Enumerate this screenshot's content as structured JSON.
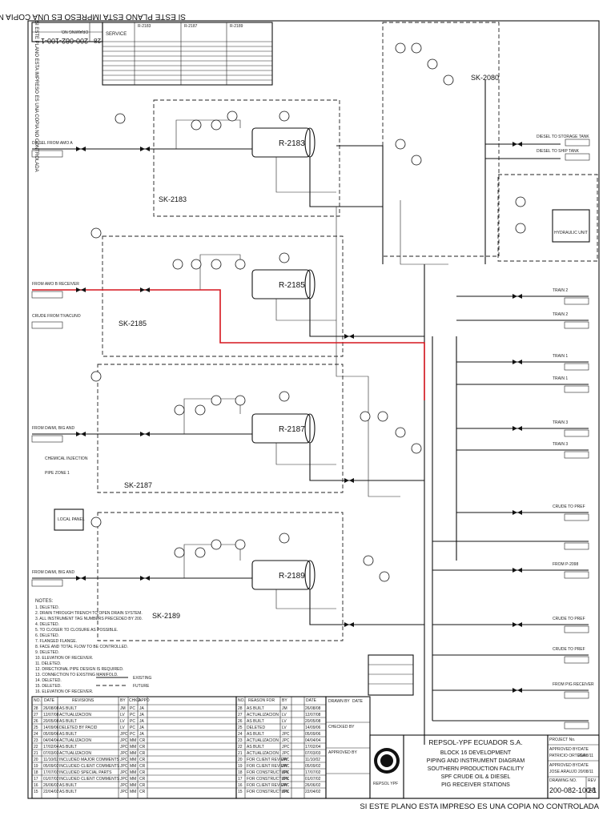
{
  "watermark": {
    "top_rotated": "SI ESTE PLANO ESTA IMPRESO ES UNA COPIA NO CONTROLADA",
    "bottom": "SI ESTE PLANO ESTA IMPRESO ES UNA COPIA NO CONTROLADA",
    "left_rotated": "SI ESTE PLANO ESTA IMPRESO ES UNA COPIA NO CONTROLADA"
  },
  "rotated_drawing_box": {
    "number": "200-082-100-1",
    "rev": "28",
    "label": "DRAWING NO."
  },
  "service_table": {
    "header": "SERVICE",
    "columns": [
      "R-2183",
      "R-2187",
      "R-2189"
    ]
  },
  "equipment": {
    "receivers": [
      "R-2183",
      "R-2185",
      "R-2187",
      "R-2189"
    ],
    "skids": [
      "SK-2183",
      "SK-2185",
      "SK-2187",
      "SK-2189",
      "SK-2080"
    ]
  },
  "right_destinations": [
    "DIESEL TO STORAGE TANK",
    "DIESEL TO SHIP TANK",
    "TRAIN 2",
    "TRAIN 2",
    "TRAIN 1",
    "TRAIN 1",
    "TRAIN 3",
    "TRAIN 3",
    "CRUDE TO PREF",
    "FROM P-2098",
    "CRUDE TO PREF",
    "CRUDE TO PREF",
    "FROM PIG RECEIVER"
  ],
  "left_sources": [
    "DIESEL FROM AMO A",
    "FROM AMO B RECEIVER",
    "CRUDE FROM TIVACUNO",
    "FROM DAIMI, BIG AND",
    "FROM DAIMI, BIG AND"
  ],
  "misc_labels": {
    "chemical_injection": "CHEMICAL INJECTION",
    "local_panel": "LOCAL PANEL",
    "pipe_zone": "PIPE ZONE 1",
    "notes_header": "NOTES:",
    "hydraulic_unit": "HYDRAULIC UNIT"
  },
  "notes": [
    "1. DELETED.",
    "2. DRAIN THROUGH TRENCH TO OPEN DRAIN SYSTEM.",
    "3. ALL INSTRUMENT TAG NUMBERS PRECEDED BY 200.",
    "4. DELETED.",
    "5. TO CLOSER TO CLOSURE AS POSSIBLE.",
    "6. DELETED.",
    "7. FLANGED FLANGE.",
    "8. FACE AND TOTAL FLOW TO BE CONTROLLED.",
    "9. DELETED.",
    "10. ELEVATION OF RECEIVER.",
    "11. DELETED.",
    "12. DIRECTIONAL PIPE DESIGN IS REQUIRED.",
    "13. CONNECTION TO EXISTING MANIFOLD.",
    "14. DELETED.",
    "15. DELETED.",
    "16. ELEVATION OF RECEIVER."
  ],
  "legend": {
    "existing": "EXISTING",
    "future": "FUTURE"
  },
  "revision_table": {
    "headers": [
      "NO.",
      "DATE",
      "REVISIONS",
      "BY",
      "CHKD",
      "APPD"
    ],
    "rows": [
      [
        "28",
        "26/08/08",
        "AS BUILT",
        "JM",
        "PC",
        "JA"
      ],
      [
        "27",
        "12/07/08",
        "ACTUALIZACION",
        "LV",
        "PC",
        "JA"
      ],
      [
        "26",
        "20/05/08",
        "AS BUILT",
        "LV",
        "PC",
        "JA"
      ],
      [
        "25",
        "14/09/06",
        "DELETED BY PACID",
        "LV",
        "PC",
        "JA"
      ],
      [
        "24",
        "05/09/06",
        "AS BUILT",
        "JPC",
        "PC",
        "JA"
      ],
      [
        "23",
        "04/04/04",
        "ACTUALIZACION",
        "JPC",
        "MM",
        "CR"
      ],
      [
        "22",
        "17/02/04",
        "AS BUILT",
        "JPC",
        "MM",
        "CR"
      ],
      [
        "21",
        "07/03/03",
        "ACTUALIZACION",
        "JPC",
        "MM",
        "CR"
      ],
      [
        "20",
        "11/10/02",
        "INCLUDED MAJOR COMMENTS",
        "JPC",
        "MM",
        "CR"
      ],
      [
        "19",
        "05/09/02",
        "INCLUDED CLIENT COMMENTS",
        "JPC",
        "MM",
        "CR"
      ],
      [
        "18",
        "17/07/02",
        "INCLUDED SPECIAL PARTS",
        "JPC",
        "MM",
        "CR"
      ],
      [
        "17",
        "01/07/02",
        "INCLUDED CLIENT COMMENTS",
        "JPC",
        "MM",
        "CR"
      ],
      [
        "16",
        "26/06/02",
        "AS BUILT",
        "JPC",
        "MM",
        "CR"
      ],
      [
        "15",
        "22/04/02",
        "AS BUILT",
        "JPC",
        "MM",
        "CR"
      ]
    ],
    "headers_right": [
      "NO.",
      "REASON FOR",
      "BY",
      "DATE"
    ],
    "rows_right": [
      [
        "28",
        "AS BUILT",
        "JM",
        "26/08/08"
      ],
      [
        "27",
        "ACTUALIZACION",
        "LV",
        "12/07/08"
      ],
      [
        "26",
        "AS BUILT",
        "LV",
        "20/05/08"
      ],
      [
        "25",
        "DELETED",
        "LV",
        "14/09/06"
      ],
      [
        "24",
        "AS BUILT",
        "JPC",
        "05/09/06"
      ],
      [
        "23",
        "ACTUALIZACION",
        "JPC",
        "04/04/04"
      ],
      [
        "22",
        "AS BUILT",
        "JPC",
        "17/02/04"
      ],
      [
        "21",
        "ACTUALIZACION",
        "JPC",
        "07/03/03"
      ],
      [
        "20",
        "FOR CLIENT REVIEW",
        "JPC",
        "11/10/02"
      ],
      [
        "19",
        "FOR CLIENT REVIEW",
        "JPC",
        "05/09/02"
      ],
      [
        "18",
        "FOR CONSTRUCTION",
        "JPC",
        "17/07/02"
      ],
      [
        "17",
        "FOR CONSTRUCTION",
        "JPC",
        "01/07/02"
      ],
      [
        "16",
        "FOR CLIENT REVIEW",
        "JPC",
        "26/06/02"
      ],
      [
        "15",
        "FOR CONSTRUCTION",
        "JPC",
        "22/04/02"
      ]
    ]
  },
  "signatures": {
    "drawn_by": "DRAWN BY",
    "checked_by": "CHECKED BY",
    "approved_by": "APPROVED BY",
    "date": "DATE"
  },
  "title_block": {
    "company": "REPSOL-YPF ECUADOR S.A.",
    "line1": "BLOCK 16 DEVELOPMENT",
    "line2": "PIPING AND INSTRUMENT DIAGRAM",
    "line3": "SOUTHERN PRODUCTION FACILITY",
    "line4": "SPF CRUDE OIL & DIESEL",
    "line5": "PIG RECEIVER STATIONS",
    "logo": "REPSOL YPF",
    "project_no_label": "PROJECT No.",
    "drawing_no_label": "DRAWING NO.",
    "drawing_no": "200-082-100-1",
    "rev_label": "REV",
    "rev": "28",
    "approved_label": "APPROVED BY",
    "approved_name_1": "PATRICIO ORTEGA",
    "approved_name_2": "JOSE ARAUJO",
    "date_label": "DATE",
    "date_1": "20/08/11",
    "date_2": "20/08/11"
  },
  "colors": {
    "line": "#111111",
    "highlight": "#d6161e",
    "paper": "#ffffff"
  }
}
